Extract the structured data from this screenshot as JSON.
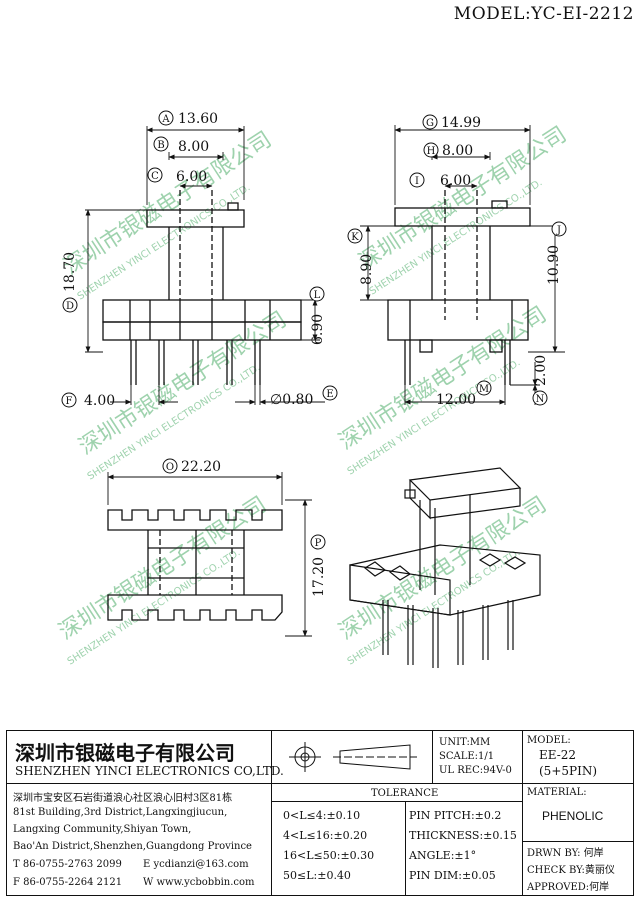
{
  "header": {
    "model": "MODEL:YC-EI-2212"
  },
  "dimensions": {
    "A": {
      "letter": "A",
      "value": "13.60"
    },
    "B": {
      "letter": "B",
      "value": "8.00"
    },
    "C": {
      "letter": "C",
      "value": "6.00"
    },
    "D": {
      "letter": "D",
      "value": "18.70"
    },
    "E": {
      "letter": "E",
      "value": "∅0.80"
    },
    "F": {
      "letter": "F",
      "value": "4.00"
    },
    "G": {
      "letter": "G",
      "value": "14.99"
    },
    "H": {
      "letter": "H",
      "value": "8.00"
    },
    "I": {
      "letter": "I",
      "value": "6.00"
    },
    "J": {
      "letter": "J",
      "value": "10.90"
    },
    "K": {
      "letter": "K",
      "value": "8.90"
    },
    "L": {
      "letter": "L",
      "value": "6.90"
    },
    "M": {
      "letter": "M",
      "value": "12.00"
    },
    "N": {
      "letter": "N",
      "value": "2.00"
    },
    "O": {
      "letter": "O",
      "value": "22.20"
    },
    "P": {
      "letter": "P",
      "value": "17.20"
    }
  },
  "watermark": {
    "cn": "深圳市银磁电子有限公司",
    "en": "SHENZHEN YINCI ELECTRONICS CO.,LTD."
  },
  "title_block": {
    "company_cn": "深圳市银磁电子有限公司",
    "company_en": "SHENZHEN YINCI ELECTRONICS CO,LTD.",
    "unit": "UNIT:MM",
    "scale": "SCALE:1/1",
    "ul_rec": "UL REC:94V-0",
    "model_label": "MODEL:",
    "model_value": "EE-22",
    "model_pins": "(5+5PIN)",
    "tolerance_label": "TOLERANCE",
    "material_label": "MATERIAL:",
    "material_value": "PHENOLIC",
    "address": [
      "深圳市宝安区石岩街道浪心社区浪心旧村3区81栋",
      "81st Building,3rd District,Langxingjiucun,",
      "Langxing Community,Shiyan Town,",
      "Bao'An District,Shenzhen,Guangdong Province"
    ],
    "phone": "T 86-0755-2763 2099",
    "email": "E ycdianzi@163.com",
    "fax": "F 86-0755-2264 2121",
    "web": "W www.ycbobbin.com",
    "tolerances": [
      "0<L≤4:±0.10",
      "4<L≤16:±0.20",
      "16<L≤50:±0.30",
      "50≤L:±0.40"
    ],
    "pin_specs": [
      "PIN PITCH:±0.2",
      "THICKNESS:±0.15",
      "ANGLE:±1°",
      "PIN DIM:±0.05"
    ],
    "drawn": "DRWN BY: 何岸",
    "check": "CHECK BY:黄丽仪",
    "approved": "APPROVED:何岸"
  }
}
